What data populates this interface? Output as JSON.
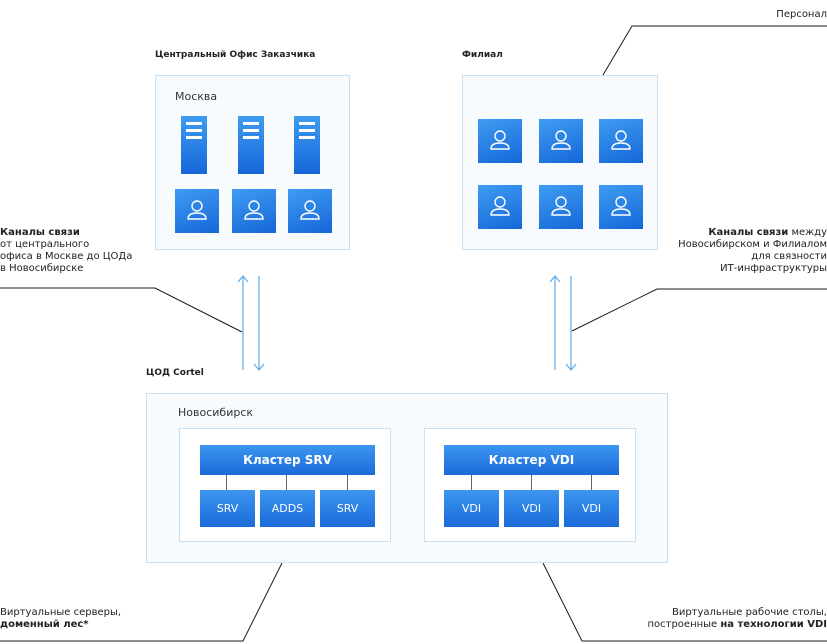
{
  "personnel": "Персонал",
  "central_office": {
    "title": "Центральный Офис Заказчика",
    "city": "Москва",
    "server_icons": [
      "server-icon",
      "server-icon",
      "server-icon"
    ],
    "user_icons": [
      "user-icon",
      "user-icon",
      "user-icon"
    ]
  },
  "branch": {
    "title": "Филиал",
    "user_icons": [
      "user-icon",
      "user-icon",
      "user-icon",
      "user-icon",
      "user-icon",
      "user-icon"
    ]
  },
  "left_channel": {
    "bold": "Каналы связи",
    "line1": "от центрального",
    "line2": "офиса в Москве до ЦОДа",
    "line3": "в Новосибирске"
  },
  "right_channel": {
    "bold": "Каналы связи",
    "line1_rest": " между",
    "line2": "Новосибирском и Филиалом",
    "line3": "для связности",
    "line4": "ИТ-инфраструктуры"
  },
  "dc": {
    "title": "ЦОД Cortel",
    "city": "Новосибирск",
    "cluster_srv": {
      "label": "Кластер SRV",
      "nodes": [
        "SRV",
        "ADDS",
        "SRV"
      ]
    },
    "cluster_vdi": {
      "label": "Кластер VDI",
      "nodes": [
        "VDI",
        "VDI",
        "VDI"
      ]
    }
  },
  "bottom_left": {
    "line1": "Виртуальные серверы,",
    "bold": "доменный лес*"
  },
  "bottom_right": {
    "line1": "Виртуальные рабочие столы,",
    "line2_prefix": "построенные ",
    "bold": "на технологии VDI"
  },
  "colors": {
    "accent": "#1b6ad9",
    "panel_border": "#c9e1f5",
    "panel_bg": "#f7fbfe"
  }
}
